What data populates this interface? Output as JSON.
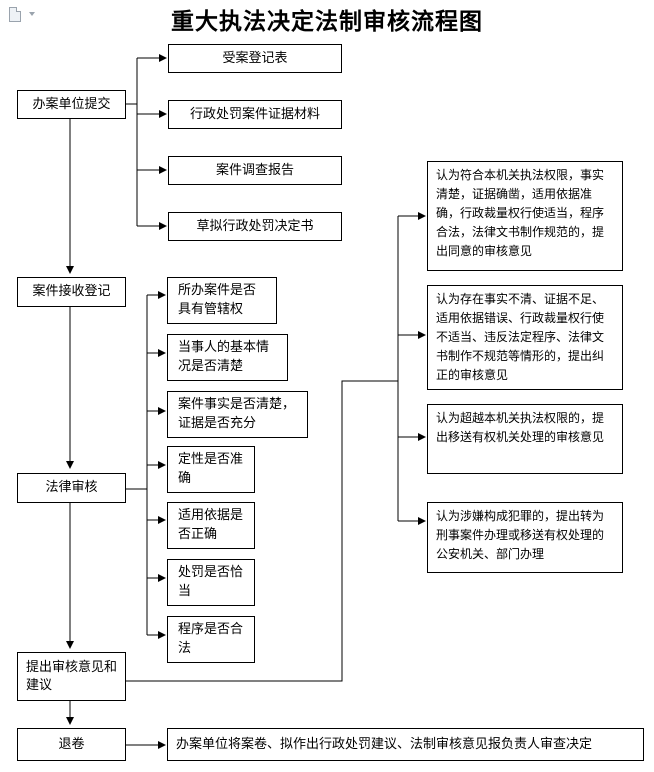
{
  "title": "重大执法决定法制审核流程图",
  "toolbar": {
    "doc_icon": "document-icon",
    "caret_icon": "chevron-down-icon"
  },
  "flow": {
    "steps": [
      "办案单位提交",
      "案件接收登记",
      "法律审核",
      "提出审核意见和建议",
      "退卷"
    ],
    "submit_items": [
      "受案登记表",
      "行政处罚案件证据材料",
      "案件调查报告",
      "草拟行政处罚决定书"
    ],
    "review_items": [
      "所办案件是否具有管辖权",
      "当事人的基本情况是否清楚",
      "案件事实是否清楚，证据是否充分",
      "定性是否准确",
      "适用依据是否正确",
      "处罚是否恰当",
      "程序是否合法"
    ],
    "opinions": [
      "认为符合本机关执法权限，事实清楚，证据确凿，适用依据准确，行政裁量权行使适当，程序合法，法律文书制作规范的，提出同意的审核意见",
      "认为存在事实不清、证据不足、适用依据错误、行政裁量权行使不适当、违反法定程序、法律文书制作不规范等情形的，提出纠正的审核意见",
      "认为超越本机关执法权限的，提出移送有权机关处理的审核意见",
      "认为涉嫌构成犯罪的，提出转为刑事案件办理或移送有权处理的公安机关、部门办理"
    ],
    "final_action": "办案单位将案卷、拟作出行政处罚建议、法制审核意见报负责人审查决定"
  }
}
